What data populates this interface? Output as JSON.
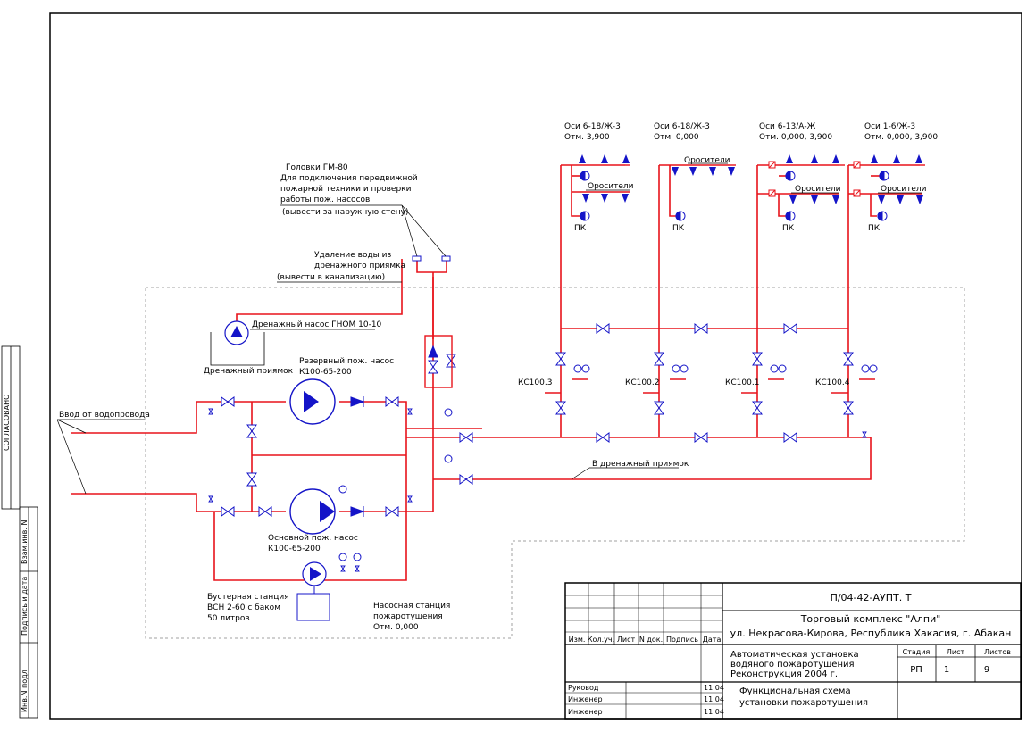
{
  "side_labels": [
    "СОГЛАСОВАНО",
    "Взам.инв. N",
    "Подпись и дата",
    "Инв.N подл"
  ],
  "risers": [
    {
      "axes": "Оси 6-18/Ж-3",
      "elev": "Отм. 3,900",
      "sprinklers_label": "Оросители",
      "pk": "ПК",
      "valve": "КС100.3"
    },
    {
      "axes": "Оси 6-18/Ж-3",
      "elev": "Отм. 0,000",
      "sprinklers_label": "Оросители",
      "pk": "ПК",
      "valve": "КС100.2"
    },
    {
      "axes": "Оси 6-13/А-Ж",
      "elev": "Отм. 0,000, 3,900",
      "sprinklers_label": "Оросители",
      "pk": "ПК",
      "valve": "КС100.1"
    },
    {
      "axes": "Оси 1-6/Ж-3",
      "elev": "Отм. 0,000, 3,900",
      "sprinklers_label": "Оросители",
      "pk": "ПК",
      "valve": "КС100.4"
    }
  ],
  "notes": {
    "heads_title": "Головки ГМ-80",
    "heads_lines": [
      "Для подключения передвижной",
      "пожарной техники и проверки",
      "работы пож. насосов",
      "(вывести за наружную стену)"
    ],
    "drain_removal_lines": [
      "Удаление воды из",
      "дренажного приямка",
      "(вывести в канализацию)"
    ],
    "drain_pump": "Дренажный насос ГНОМ 10-10",
    "drain_pit": "Дренажный приямок",
    "reserve_pump_lines": [
      "Резервный пож. насос",
      "К100-65-200"
    ],
    "main_pump_lines": [
      "Основной пож. насос",
      "К100-65-200"
    ],
    "water_inlet": "Ввод от водопровода",
    "to_drain_pit": "В дренажный приямок",
    "booster_lines": [
      "Бустерная станция",
      "ВСН 2-60 с баком",
      "50 литров"
    ],
    "pump_station_lines": [
      "Насосная станция",
      "пожаротушения",
      "Отм. 0,000"
    ]
  },
  "title_block": {
    "code": "П/04-42-АУПТ. Т",
    "object": "Торговый комплекс \"Алпи\"",
    "address": "ул. Некрасова-Кирова, Республика Хакасия, г. Абакан",
    "col_headers": [
      "Изм.",
      "Кол.уч.",
      "Лист",
      "N док.",
      "Подпись",
      "Дата"
    ],
    "desc_lines": [
      "Автоматическая установка",
      "водяного пожаротушения",
      "Реконструкция 2004 г."
    ],
    "stage_headers": [
      "Стадия",
      "Лист",
      "Листов"
    ],
    "stage": "РП",
    "sheet": "1",
    "sheets": "9",
    "roles": [
      {
        "role": "Руковод",
        "date": "11.04"
      },
      {
        "role": "Инженер",
        "date": "11.04"
      },
      {
        "role": "Инженер",
        "date": "11.04"
      }
    ],
    "sheet_title_lines": [
      "Функциональная схема",
      "установки пожаротушения"
    ]
  },
  "colors": {
    "pipe": "#e8131b",
    "symbol": "#1414c8",
    "line": "#000000",
    "dash": "#a0a0a0"
  }
}
